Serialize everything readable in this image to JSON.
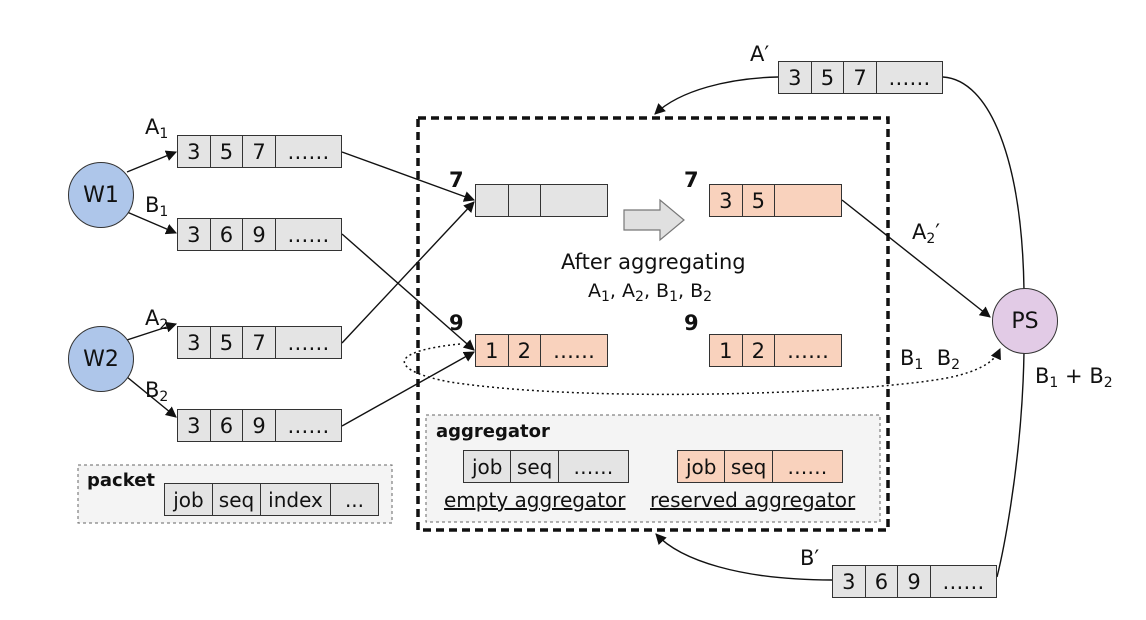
{
  "workers": [
    {
      "name": "W1",
      "color": "#aec6ea"
    },
    {
      "name": "W2",
      "color": "#aec6ea"
    }
  ],
  "ps": {
    "name": "PS",
    "color": "#e2cbe6"
  },
  "packets": {
    "a1": {
      "label": "A",
      "sub": "1",
      "cells": [
        "3",
        "5",
        "7",
        "……"
      ]
    },
    "b1": {
      "label": "B",
      "sub": "1",
      "cells": [
        "3",
        "6",
        "9",
        "……"
      ]
    },
    "a2": {
      "label": "A",
      "sub": "2",
      "cells": [
        "3",
        "5",
        "7",
        "……"
      ]
    },
    "b2": {
      "label": "B",
      "sub": "2",
      "cells": [
        "3",
        "6",
        "9",
        "……"
      ]
    },
    "a_prime": {
      "label": "A′",
      "cells": [
        "3",
        "5",
        "7",
        "……"
      ]
    },
    "b_prime": {
      "label": "B′",
      "cells": [
        "3",
        "6",
        "9",
        "……"
      ]
    }
  },
  "switch": {
    "before_7": {
      "index": "7",
      "cells": [
        "",
        "",
        ""
      ]
    },
    "before_9": {
      "index": "9",
      "cells": [
        "1",
        "2",
        "……"
      ]
    },
    "after_7": {
      "index": "7",
      "cells": [
        "3",
        "5",
        ""
      ]
    },
    "after_9": {
      "index": "9",
      "cells": [
        "1",
        "2",
        "……"
      ]
    },
    "caption_line1": "After aggregating",
    "caption_terms": [
      {
        "t": "A",
        "s": "1"
      },
      {
        "t": "A",
        "s": "2"
      },
      {
        "t": "B",
        "s": "1"
      },
      {
        "t": "B",
        "s": "2"
      }
    ]
  },
  "edges": {
    "a2_prime": {
      "label": "A",
      "sub": "2",
      "prime": "′"
    },
    "b_dotted": {
      "l1": "B",
      "s1": "1",
      "l2": "B",
      "s2": "2"
    },
    "b_sum": {
      "l1": "B",
      "s1": "1",
      "plus": "+",
      "l2": "B",
      "s2": "2"
    }
  },
  "legend_aggregator": {
    "title": "aggregator",
    "empty": {
      "cells": [
        "job",
        "seq",
        "……"
      ],
      "caption": "empty aggregator"
    },
    "reserved": {
      "cells": [
        "job",
        "seq",
        "……"
      ],
      "caption": "reserved aggregator"
    }
  },
  "legend_packet": {
    "title": "packet",
    "cells": [
      "job",
      "seq",
      "index",
      "..."
    ]
  }
}
